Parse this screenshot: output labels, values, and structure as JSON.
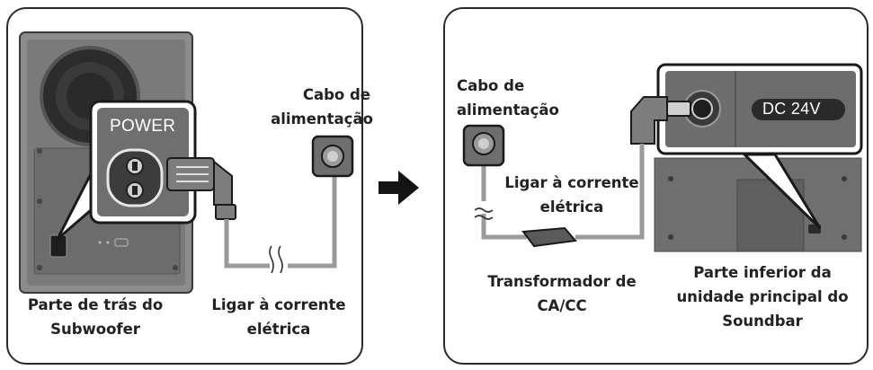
{
  "left_panel": {
    "power_label": "POWER",
    "power_cable_label": [
      "Cabo de",
      "alimentação"
    ],
    "wall_outlet_label": [
      "Ligar à corrente",
      "elétrica"
    ],
    "subwoofer_label": [
      "Parte de trás do",
      "Subwoofer"
    ]
  },
  "right_panel": {
    "power_cable_label": [
      "Cabo de",
      "alimentação"
    ],
    "wall_outlet_label": [
      "Ligar à corrente",
      "elétrica"
    ],
    "adapter_label": [
      "Transformador de",
      "CA/CC"
    ],
    "soundbar_label": [
      "Parte inferior da",
      "unidade principal do",
      "Soundbar"
    ],
    "dc_label": "DC 24V"
  },
  "arrow_icon": "right-arrow",
  "colors": {
    "device_dark": "#4a4a4a",
    "device_mid": "#777777",
    "cable": "#9a9a9a",
    "outline": "#1a1a1a",
    "highlight": "#ffffff"
  }
}
